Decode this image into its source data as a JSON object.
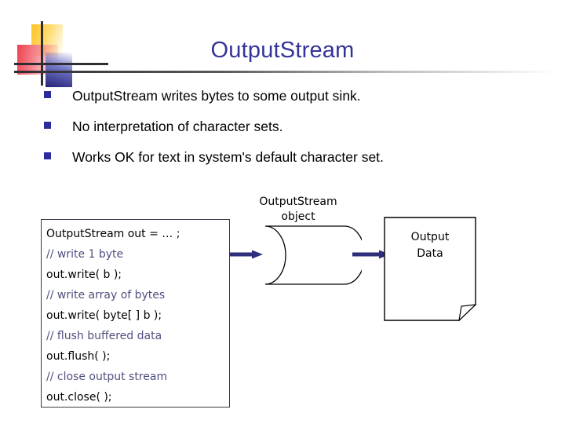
{
  "slide": {
    "title": "OutputStream",
    "bullets": [
      "OutputStream writes bytes to some output sink.",
      "No interpretation of character sets.",
      "Works OK for text in system's default character set."
    ],
    "code_block": {
      "lines": [
        {
          "text": "OutputStream out = … ;",
          "kind": "code"
        },
        {
          "text": "// write 1 byte",
          "kind": "comment"
        },
        {
          "text": "out.write( b );",
          "kind": "code"
        },
        {
          "text": "// write array of bytes",
          "kind": "comment"
        },
        {
          "text": "out.write( byte[ ] b );",
          "kind": "code"
        },
        {
          "text": "// flush buffered data",
          "kind": "comment"
        },
        {
          "text": "out.flush( );",
          "kind": "code"
        },
        {
          "text": "// close output stream",
          "kind": "comment"
        },
        {
          "text": "out.close( );",
          "kind": "code"
        }
      ]
    },
    "diagram": {
      "object_label_line1": "OutputStream",
      "object_label_line2": "object",
      "document_label_line1": "Output",
      "document_label_line2": "Data",
      "arrow_in_name": "arrow-code-to-stream",
      "arrow_out_name": "arrow-stream-to-data"
    },
    "colors": {
      "title": "#333399",
      "bullet_mark": "#2b2b9e",
      "comment": "#50507f",
      "code": "#000000",
      "arrow": "#2e2e7a",
      "shape_outline": "#000000"
    }
  }
}
